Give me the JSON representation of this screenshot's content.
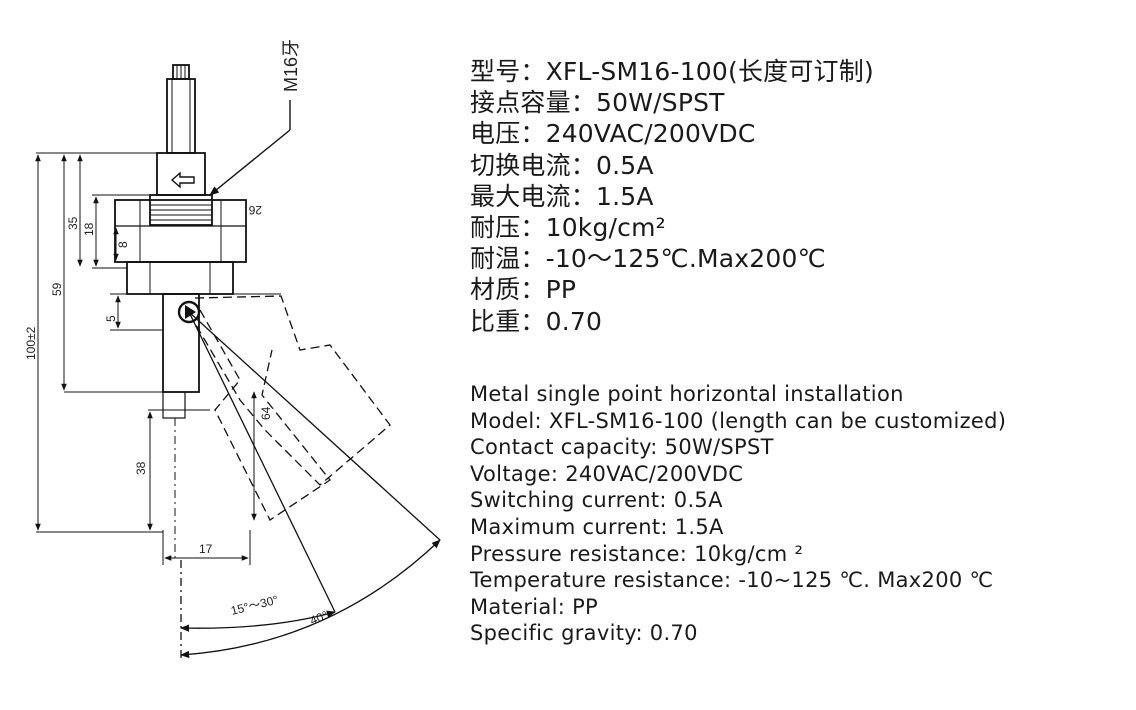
{
  "drawing": {
    "thread_label": "M16牙",
    "hex_label": "26",
    "dimensions": {
      "total": "100±2",
      "d59": "59",
      "d35": "35",
      "d18": "18",
      "d8": "8",
      "d5": "5",
      "d64": "64",
      "d38": "38",
      "d17": "17"
    },
    "angles": {
      "switching": "15°～30°",
      "max": "40°"
    }
  },
  "specs_zh": [
    "型号：XFL-SM16-100(长度可订制)",
    "接点容量：50W/SPST",
    "电压：240VAC/200VDC",
    "切换电流：0.5A",
    "最大电流：1.5A",
    "耐压：10kg/cm²",
    "耐温：-10～125℃.Max200℃",
    "材质：PP",
    "比重：0.70"
  ],
  "specs_en": [
    "Metal single point horizontal installation",
    "Model: XFL-SM16-100 (length can be customized)",
    "Contact capacity: 50W/SPST",
    "Voltage: 240VAC/200VDC",
    "Switching current: 0.5A",
    "Maximum current: 1.5A",
    "Pressure resistance: 10kg/cm ²",
    "Temperature resistance: -10~125 ℃. Max200 ℃",
    "Material:  PP",
    "Specific gravity: 0.70"
  ]
}
